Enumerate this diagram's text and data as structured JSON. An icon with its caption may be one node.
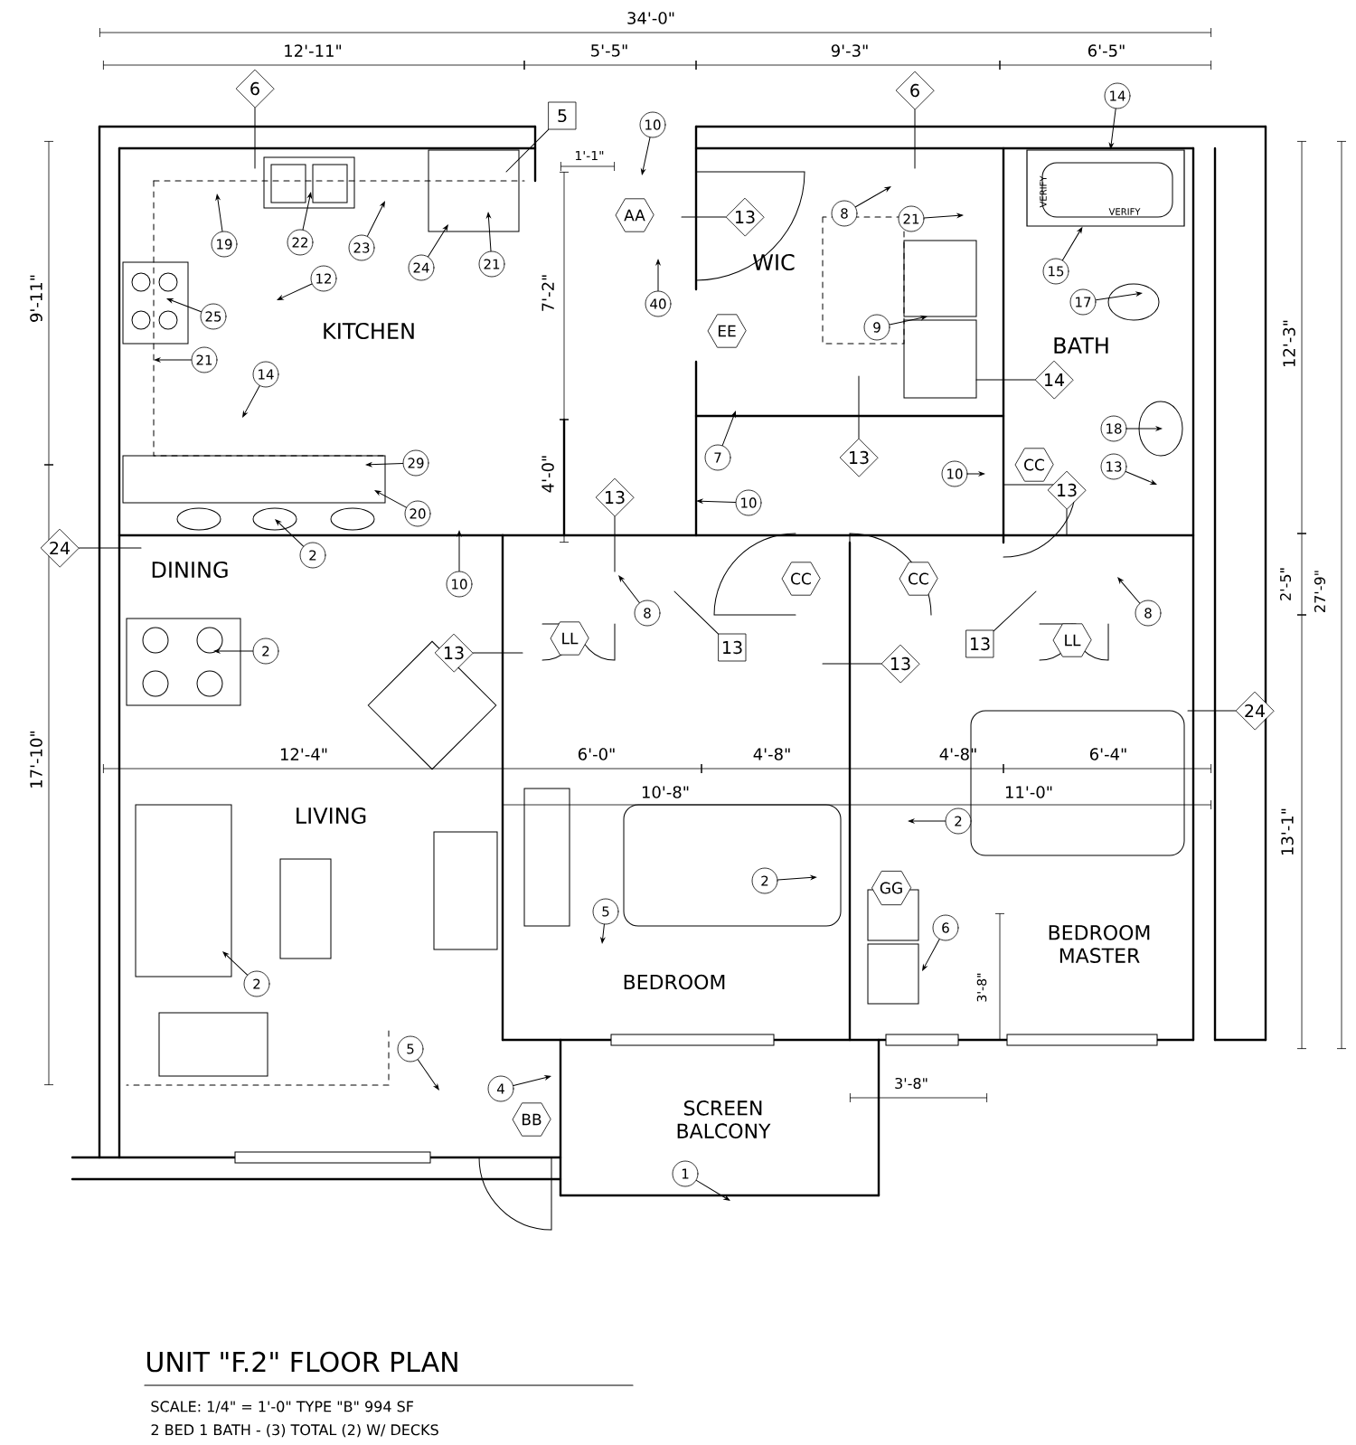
{
  "diagram": {
    "title": "UNIT \"F.2\" FLOOR PLAN",
    "nodes": [
      {
        "text": [
          "6"
        ]
      },
      {
        "text": [
          "6"
        ]
      },
      {
        "text": [
          "14"
        ]
      },
      {
        "text": [
          "5"
        ]
      },
      {
        "text": [
          "10"
        ]
      },
      {
        "text": [
          "8"
        ]
      },
      {
        "text": [
          "AA"
        ]
      },
      {
        "text": [
          "13"
        ]
      },
      {
        "text": [
          "21"
        ]
      },
      {
        "text": [
          "19"
        ]
      },
      {
        "text": [
          "22"
        ]
      },
      {
        "text": [
          "23"
        ]
      },
      {
        "text": [
          "15"
        ]
      },
      {
        "text": [
          "21"
        ]
      },
      {
        "text": [
          "24"
        ]
      },
      {
        "text": [
          "12"
        ]
      },
      {
        "text": [
          "17"
        ]
      },
      {
        "text": [
          "40"
        ]
      },
      {
        "text": [
          "25"
        ]
      },
      {
        "text": [
          "9"
        ]
      },
      {
        "text": [
          "EE"
        ]
      },
      {
        "text": [
          "21"
        ]
      },
      {
        "text": [
          "14"
        ]
      },
      {
        "text": [
          "14"
        ]
      },
      {
        "text": [
          "18"
        ]
      },
      {
        "text": [
          "7"
        ]
      },
      {
        "text": [
          "13"
        ]
      },
      {
        "text": [
          "29"
        ]
      },
      {
        "text": [
          "CC"
        ]
      },
      {
        "text": [
          "13"
        ]
      },
      {
        "text": [
          "10"
        ]
      },
      {
        "text": [
          "13"
        ]
      },
      {
        "text": [
          "13"
        ]
      },
      {
        "text": [
          "10"
        ]
      },
      {
        "text": [
          "20"
        ]
      },
      {
        "text": [
          "24"
        ]
      },
      {
        "text": [
          "2"
        ]
      },
      {
        "text": [
          "CC"
        ]
      },
      {
        "text": [
          "CC"
        ]
      },
      {
        "text": [
          "10"
        ]
      },
      {
        "text": [
          "8"
        ]
      },
      {
        "text": [
          "8"
        ]
      },
      {
        "text": [
          "LL"
        ]
      },
      {
        "text": [
          "LL"
        ]
      },
      {
        "text": [
          "13"
        ]
      },
      {
        "text": [
          "13"
        ]
      },
      {
        "text": [
          "2"
        ]
      },
      {
        "text": [
          "13"
        ]
      },
      {
        "text": [
          "13"
        ]
      },
      {
        "text": [
          "24"
        ]
      },
      {
        "text": [
          "2"
        ]
      },
      {
        "text": [
          "2"
        ]
      },
      {
        "text": [
          "GG"
        ]
      },
      {
        "text": [
          "5"
        ]
      },
      {
        "text": [
          "6"
        ]
      },
      {
        "text": [
          "2"
        ]
      },
      {
        "text": [
          "5"
        ]
      },
      {
        "text": [
          "4"
        ]
      },
      {
        "text": [
          "BB"
        ]
      },
      {
        "text": [
          "1"
        ]
      },
      {
        "text": [
          "VERIFY",
          "VERIFY"
        ]
      }
    ],
    "edges": [
      {
        "from": 0,
        "to": null,
        "arrow": "none"
      },
      {
        "from": 1,
        "to": null,
        "arrow": "none"
      },
      {
        "from": 2,
        "to": 60,
        "arrow": "to"
      },
      {
        "from": 3,
        "to": null,
        "arrow": "none"
      },
      {
        "from": 4,
        "to": null,
        "arrow": "to"
      },
      {
        "from": 5,
        "to": null,
        "arrow": "to"
      },
      {
        "from": 7,
        "to": null,
        "arrow": "none"
      },
      {
        "from": 8,
        "to": null,
        "arrow": "to"
      },
      {
        "from": 9,
        "to": null,
        "arrow": "to"
      },
      {
        "from": 10,
        "to": null,
        "arrow": "to"
      },
      {
        "from": 11,
        "to": null,
        "arrow": "to"
      },
      {
        "from": 12,
        "to": 60,
        "arrow": "to"
      },
      {
        "from": 13,
        "to": null,
        "arrow": "to"
      },
      {
        "from": 14,
        "to": null,
        "arrow": "to"
      },
      {
        "from": 15,
        "to": null,
        "arrow": "to"
      },
      {
        "from": 16,
        "to": null,
        "arrow": "to"
      },
      {
        "from": 17,
        "to": null,
        "arrow": "to"
      },
      {
        "from": 18,
        "to": null,
        "arrow": "to"
      },
      {
        "from": 19,
        "to": null,
        "arrow": "to"
      },
      {
        "from": 21,
        "to": null,
        "arrow": "to"
      },
      {
        "from": 22,
        "to": null,
        "arrow": "to"
      },
      {
        "from": 23,
        "to": null,
        "arrow": "none"
      },
      {
        "from": 24,
        "to": null,
        "arrow": "to"
      },
      {
        "from": 25,
        "to": null,
        "arrow": "to"
      },
      {
        "from": 26,
        "to": null,
        "arrow": "none"
      },
      {
        "from": 27,
        "to": null,
        "arrow": "to"
      },
      {
        "from": 29,
        "to": null,
        "arrow": "to"
      },
      {
        "from": 30,
        "to": null,
        "arrow": "to"
      },
      {
        "from": 31,
        "to": null,
        "arrow": "none"
      },
      {
        "from": 32,
        "to": null,
        "arrow": "none"
      },
      {
        "from": 33,
        "to": null,
        "arrow": "to"
      },
      {
        "from": 34,
        "to": null,
        "arrow": "to"
      },
      {
        "from": 35,
        "to": null,
        "arrow": "none"
      },
      {
        "from": 36,
        "to": null,
        "arrow": "to"
      },
      {
        "from": 39,
        "to": null,
        "arrow": "to"
      },
      {
        "from": 40,
        "to": null,
        "arrow": "to"
      },
      {
        "from": 41,
        "to": null,
        "arrow": "to"
      },
      {
        "from": 44,
        "to": null,
        "arrow": "none"
      },
      {
        "from": 45,
        "to": null,
        "arrow": "none"
      },
      {
        "from": 46,
        "to": null,
        "arrow": "to"
      },
      {
        "from": 47,
        "to": null,
        "arrow": "none"
      },
      {
        "from": 48,
        "to": null,
        "arrow": "none"
      },
      {
        "from": 49,
        "to": null,
        "arrow": "none"
      },
      {
        "from": 50,
        "to": null,
        "arrow": "to"
      },
      {
        "from": 51,
        "to": null,
        "arrow": "to"
      },
      {
        "from": 53,
        "to": null,
        "arrow": "to"
      },
      {
        "from": 54,
        "to": null,
        "arrow": "to"
      },
      {
        "from": 55,
        "to": null,
        "arrow": "to"
      },
      {
        "from": 56,
        "to": null,
        "arrow": "to"
      },
      {
        "from": 57,
        "to": null,
        "arrow": "to"
      },
      {
        "from": 59,
        "to": null,
        "arrow": "to"
      }
    ],
    "labels": [
      "34'-0\"",
      "12'-11\"",
      "5'-5\"",
      "9'-3\"",
      "6'-5\"",
      "1'-1\"",
      "WIC",
      "9'-11\"",
      "7'-2\"",
      "KITCHEN",
      "BATH",
      "12'-3\"",
      "4'-0\"",
      "DINING",
      "2'-5\"",
      "27'-9\"",
      "12'-4\"",
      "6'-0\"",
      "4'-8\"",
      "4'-8\"",
      "6'-4\"",
      "17'-10\"",
      "10'-8\"",
      "11'-0\"",
      "LIVING",
      "13'-1\"",
      "BEDROOM MASTER",
      "BEDROOM",
      "3'-8\"",
      "3'-8\"",
      "SCREEN BALCONY",
      "SCALE: 1/4\" = 1'-0\" TYPE \"B\" 994 SF",
      "2 BED 1 BATH - (3) TOTAL (2) W/ DECKS"
    ]
  }
}
